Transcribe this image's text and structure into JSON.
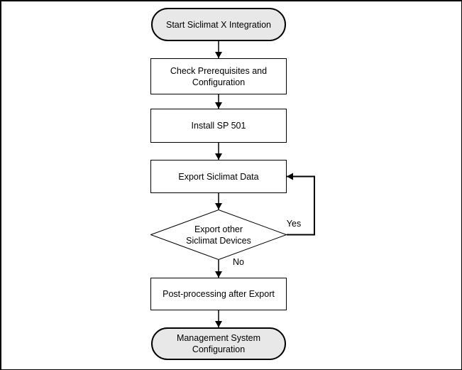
{
  "flowchart": {
    "nodes": [
      {
        "id": "start",
        "type": "terminator",
        "label": "Start Siclimat X Integration"
      },
      {
        "id": "check-prerequisites",
        "type": "process",
        "label": [
          "Check Prerequisites and",
          "Configuration"
        ]
      },
      {
        "id": "install-sp501",
        "type": "process",
        "label": "Install SP 501"
      },
      {
        "id": "export-siclimat-data",
        "type": "process",
        "label": "Export Siclimat Data"
      },
      {
        "id": "export-other-devices",
        "type": "decision",
        "label": [
          "Export other",
          "Siclimat Devices"
        ]
      },
      {
        "id": "post-processing",
        "type": "process",
        "label": "Post-processing after Export"
      },
      {
        "id": "end",
        "type": "terminator",
        "label": [
          "Management System",
          "Configuration"
        ]
      }
    ],
    "edges": [
      {
        "from": "start",
        "to": "check-prerequisites",
        "label": ""
      },
      {
        "from": "check-prerequisites",
        "to": "install-sp501",
        "label": ""
      },
      {
        "from": "install-sp501",
        "to": "export-siclimat-data",
        "label": ""
      },
      {
        "from": "export-siclimat-data",
        "to": "export-other-devices",
        "label": ""
      },
      {
        "from": "export-other-devices",
        "to": "post-processing",
        "label": "No"
      },
      {
        "from": "post-processing",
        "to": "end",
        "label": ""
      },
      {
        "from": "export-other-devices",
        "to": "export-siclimat-data",
        "label": "Yes"
      }
    ],
    "colors": {
      "terminator_fill": "#e8e8e8",
      "process_fill": "#ffffff",
      "line": "#000000",
      "text": "#000000",
      "frame": "#000000"
    }
  }
}
